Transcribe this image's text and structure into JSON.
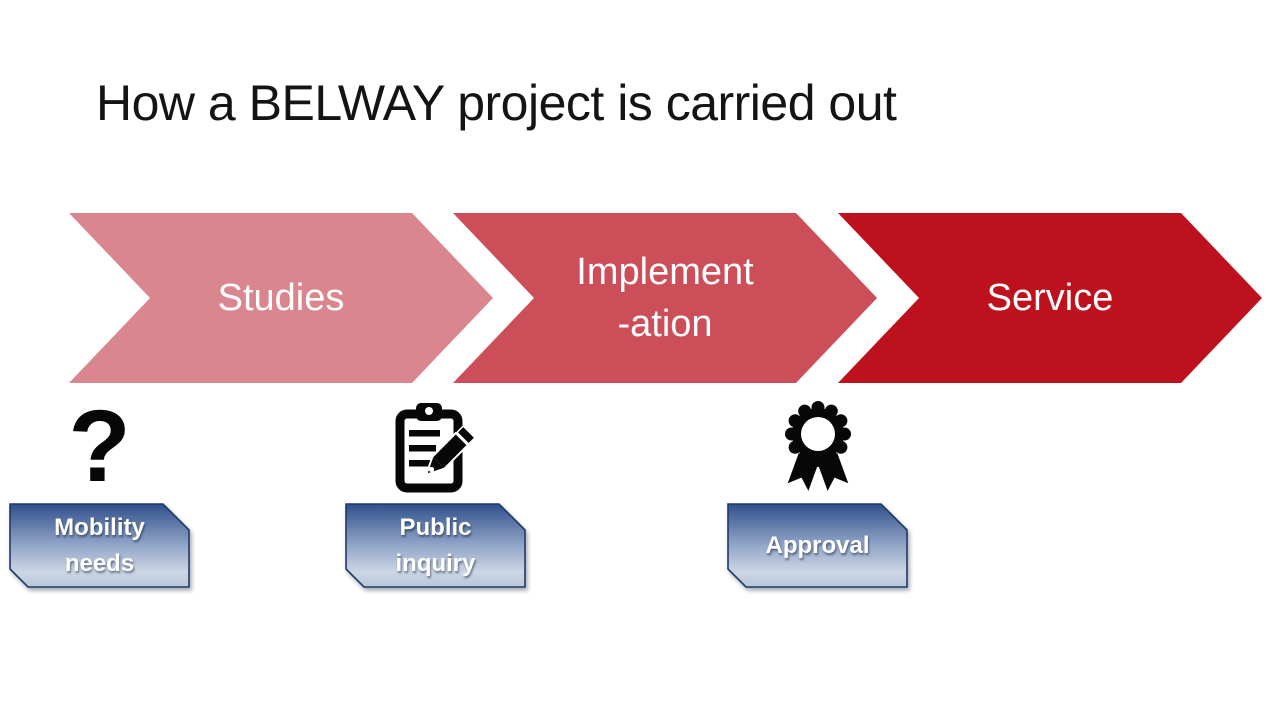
{
  "slide": {
    "title": "How a BELWAY project is carried out",
    "background_color": "#ffffff",
    "title_color": "#141414"
  },
  "process": {
    "type": "chevron-flow",
    "steps": [
      {
        "label": "Studies",
        "lines": [
          "Studies"
        ],
        "color": "#d9868f"
      },
      {
        "label": "Implement-ation",
        "lines": [
          "Implement",
          "-ation"
        ],
        "color": "#cb4e58"
      },
      {
        "label": "Service",
        "lines": [
          "Service"
        ],
        "color": "#bd121d"
      }
    ]
  },
  "milestones": [
    {
      "icon": "question-mark-icon",
      "label": "Mobility needs",
      "label_lines": [
        "Mobility",
        "needs"
      ],
      "question_glyph": "?"
    },
    {
      "icon": "clipboard-pencil-icon",
      "label": "Public inquiry",
      "label_lines": [
        "Public",
        "inquiry"
      ]
    },
    {
      "icon": "award-rosette-icon",
      "label": "Approval",
      "label_lines": [
        "Approval"
      ]
    }
  ],
  "colors": {
    "tag_gradient_top": "#30508c",
    "tag_gradient_mid": "#92a6c8",
    "tag_gradient_light": "#ccd6e4",
    "tag_gradient_bottom": "#b9c6d9",
    "tag_border": "#1f3a68",
    "icon_color": "#070707",
    "step_text_color": "#ffffff"
  }
}
